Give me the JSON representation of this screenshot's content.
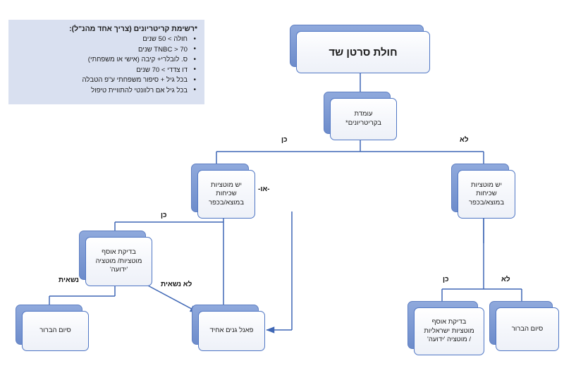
{
  "legend": {
    "title": "*רשימת קריטריונים (צריך אחד מהנ\"ל):",
    "items": [
      "חולה > 50 שנים",
      "TNBC > 70 שנים",
      "ס. לובלרי+ קיבה (אישי או משפחתי)",
      "דו צדדי > 70 שנים",
      "בכל גיל + סיפור משפחתי ע\"פ הטבלה",
      "בכל גיל אם רלוונטי להתוויית טיפול"
    ]
  },
  "nodes": {
    "root": "חולת סרטן שד",
    "criteria": "עומדת\nבקריטריונים*",
    "mutations_left": "יש מוטציות\nשכיחות\nבמוצא/בכפר",
    "mutations_right": "יש מוטציות\nשכיחות\nבמוצא/בכפר",
    "panel_test_left": "בדיקת אוסף\nמוטציות/ מוטציה\n'ידועה'",
    "end_left": "סיום הברור",
    "gene_panel": "פאנל גנים אחיד",
    "israeli_panel": "בדיקת אוסף\nמוטציות ישראליות\n/ מוטציה 'ידועה'",
    "end_right": "סיום הברור"
  },
  "edges": {
    "criteria_yes": "כן",
    "criteria_no": "לא",
    "or_connector": "-או-",
    "left_yes": "כן",
    "carrier": "נשאית",
    "non_carrier": "לא נשאית",
    "right_yes": "כן",
    "right_no": "לא"
  },
  "colors": {
    "legend_background": "#d9e0f0",
    "box_back": "#6d8ccb",
    "box_front": "#f4f6fb",
    "box_border": "#4f76c4",
    "connector": "#3f67b5",
    "text": "#1a1a1a"
  }
}
